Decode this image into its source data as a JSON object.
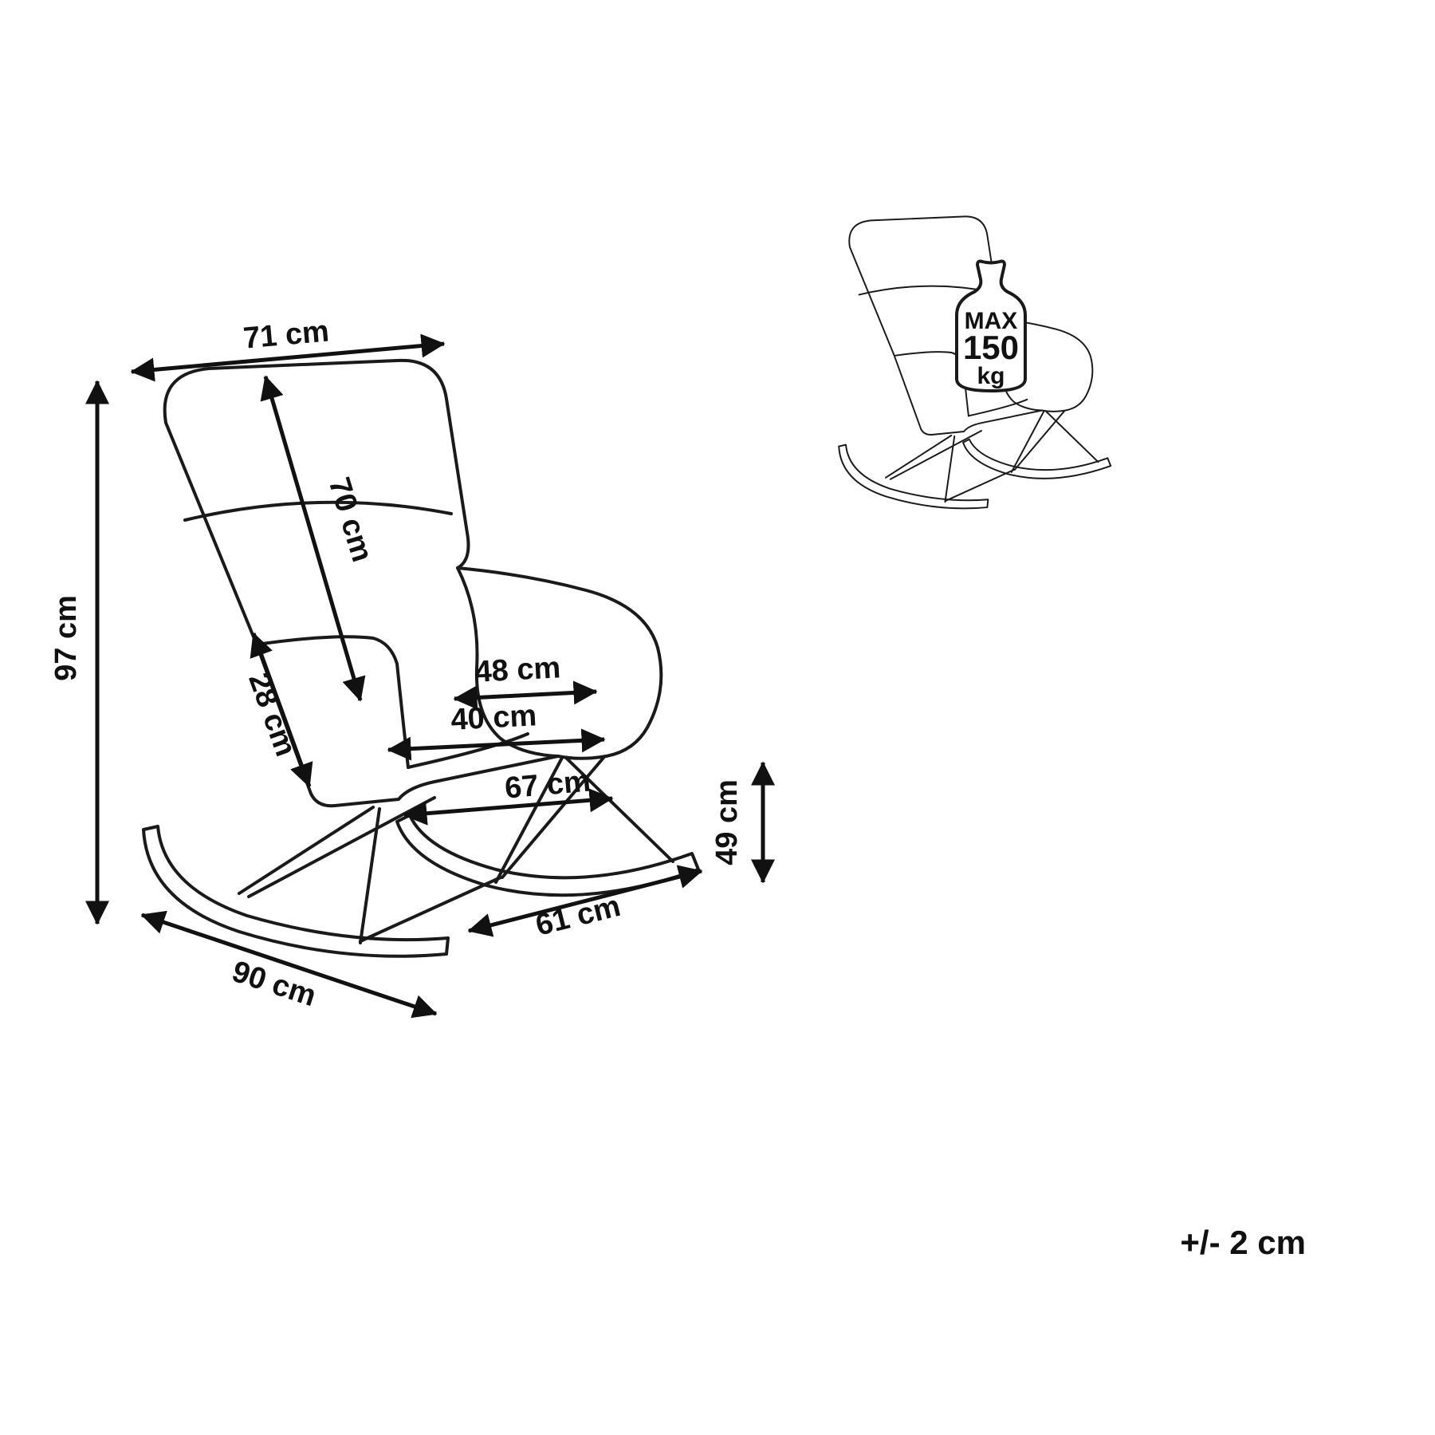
{
  "diagram": {
    "dimensions": {
      "top_width": "71 cm",
      "total_height": "97 cm",
      "backrest_height": "70 cm",
      "seat_side_depth": "28 cm",
      "seat_depth": "48 cm",
      "seat_width": "40 cm",
      "seat_outer_width": "67 cm",
      "seat_height": "49 cm",
      "rocker_length": "61 cm",
      "total_depth": "90 cm"
    },
    "max_load": {
      "label": "MAX",
      "value": "150",
      "unit": "kg"
    },
    "tolerance": "+/- 2 cm"
  }
}
